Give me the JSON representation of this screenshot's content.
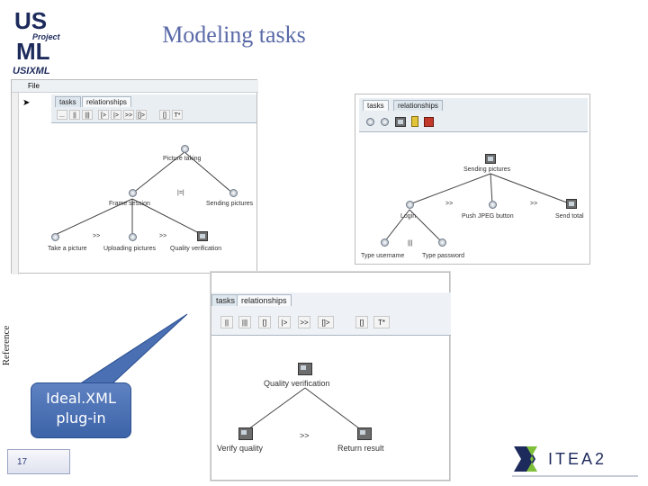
{
  "slide": {
    "title": "Modeling tasks",
    "side_label": "Reference",
    "page_number": "17",
    "callout": "Ideal.XML plug-in"
  },
  "logo": {
    "line1": "US",
    "line2": "Project",
    "line3": "ML",
    "line4": "USIXML"
  },
  "itea": {
    "name": "ITEA2"
  },
  "screenshot_left": {
    "tabs": [
      "tasks",
      "relationships"
    ],
    "file_label": "File",
    "toolbar": [
      "...",
      "||",
      "|||",
      "[>",
      "|>",
      ">>",
      "[]>",
      "[]",
      "T*"
    ],
    "nodes": {
      "root": "Picture taking",
      "left": "Frame session",
      "right": "Sending pictures",
      "left_a": "Take a picture",
      "left_b": "Uploading pictures",
      "left_c": "Quality verification",
      "op_root": "|=|",
      "op_ab": ">>",
      "op_bc": ">>"
    }
  },
  "screenshot_right": {
    "tabs": [
      "tasks",
      "relationships"
    ],
    "nodes": {
      "root": "Sending pictures",
      "a": "Login",
      "b": "Push JPEG button",
      "c": "Send total",
      "a1": "Type username",
      "a2": "Type password",
      "op_ab": ">>",
      "op_bc": ">>",
      "op_a12": "|||"
    }
  },
  "screenshot_front": {
    "tabs": [
      "tasks",
      "relationships"
    ],
    "toolbar": [
      "||",
      "|||",
      "[]",
      "|>",
      ">>",
      "[]>",
      "[]",
      "T*"
    ],
    "nodes": {
      "root": "Quality verification",
      "left": "Verify quality",
      "right": "Return result",
      "op": ">>"
    }
  },
  "colors": {
    "title": "#5a6aa8",
    "bubble": "#4a6fb3",
    "tabbar": "#e9eef3"
  }
}
